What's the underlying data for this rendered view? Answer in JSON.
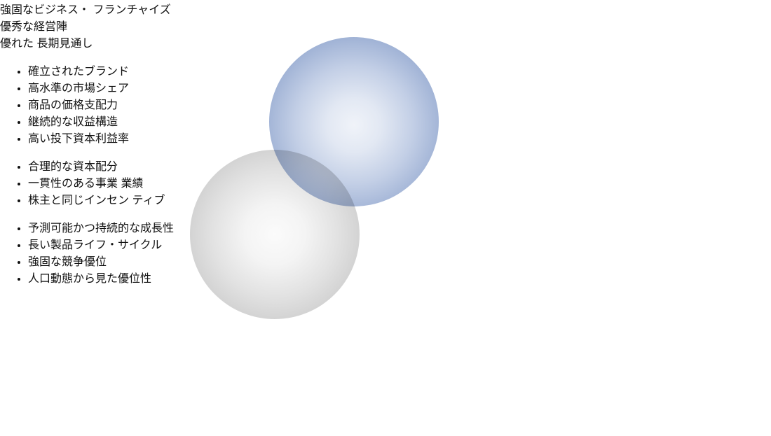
{
  "diagram": {
    "type": "venn",
    "circles": {
      "franchise": {
        "label": "強固なビジネス・\nフランチャイズ",
        "edge_color": "#7b95c5",
        "center_color": "#f0f3f9"
      },
      "management": {
        "label": "優秀な経営陣",
        "edge_color": "#bdbdbd",
        "center_color": "#fbfbfb"
      },
      "outlook": {
        "label": "優れた\n長期見通し",
        "edge_color": "#d0a52e",
        "center_color": "#fdf7da"
      }
    },
    "lists": {
      "franchise": {
        "bullet_color": "#7b95c5",
        "items": [
          "確立されたブランド",
          "高水準の市場シェア",
          "商品の価格支配力",
          "継続的な収益構造",
          "高い投下資本利益率"
        ]
      },
      "management": {
        "bullet_color": "#a4a4a4",
        "items": [
          "合理的な資本配分",
          "一貫性のある事業\n業績",
          "株主と同じインセン\nティブ"
        ]
      },
      "outlook": {
        "bullet_color": "#c49b3f",
        "items": [
          "予測可能かつ持続的な成長性",
          "長い製品ライフ・サイクル",
          "強固な競争優位",
          "人口動態から見た優位性"
        ]
      }
    },
    "background_color": "#ffffff",
    "text_color": "#111111"
  }
}
